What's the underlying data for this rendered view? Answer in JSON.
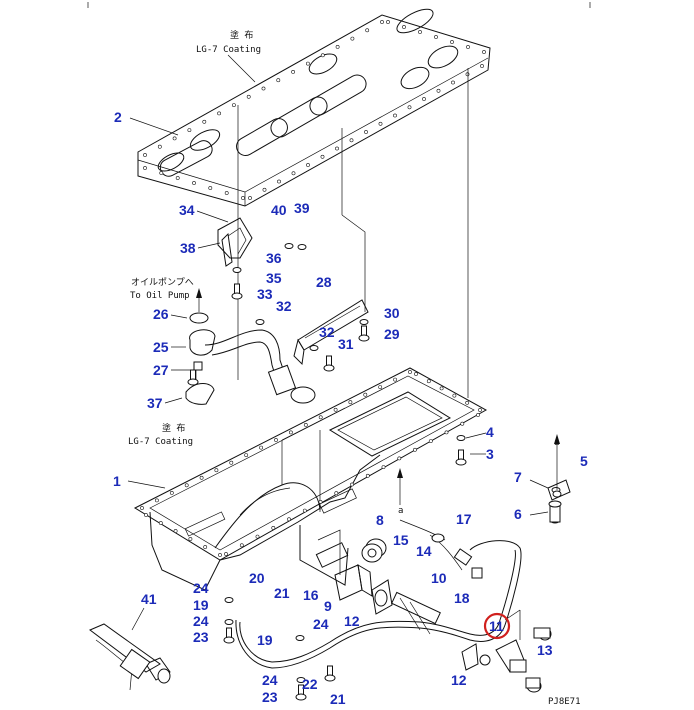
{
  "notes": {
    "top_jp": "塗 布",
    "top_en": "LG-7 Coating",
    "mid_jp": "塗 布",
    "mid_en": "LG-7 Coating",
    "pump_jp": "オイルポンプへ",
    "pump_en": "To Oil Pump",
    "ref_a": "a",
    "ref_a2": "a",
    "drawing_code": "PJ8E71"
  },
  "highlight_color": "#d0201d",
  "label_color": "#1c2bb8",
  "highlighted_part": "11",
  "parts": [
    "1",
    "2",
    "3",
    "4",
    "5",
    "6",
    "7",
    "8",
    "9",
    "10",
    "11",
    "12",
    "12",
    "13",
    "14",
    "15",
    "16",
    "17",
    "18",
    "19",
    "19",
    "20",
    "21",
    "21",
    "22",
    "23",
    "23",
    "24",
    "24",
    "24",
    "24",
    "25",
    "26",
    "27",
    "28",
    "29",
    "30",
    "31",
    "32",
    "32",
    "33",
    "34",
    "35",
    "36",
    "37",
    "38",
    "39",
    "40",
    "41"
  ]
}
